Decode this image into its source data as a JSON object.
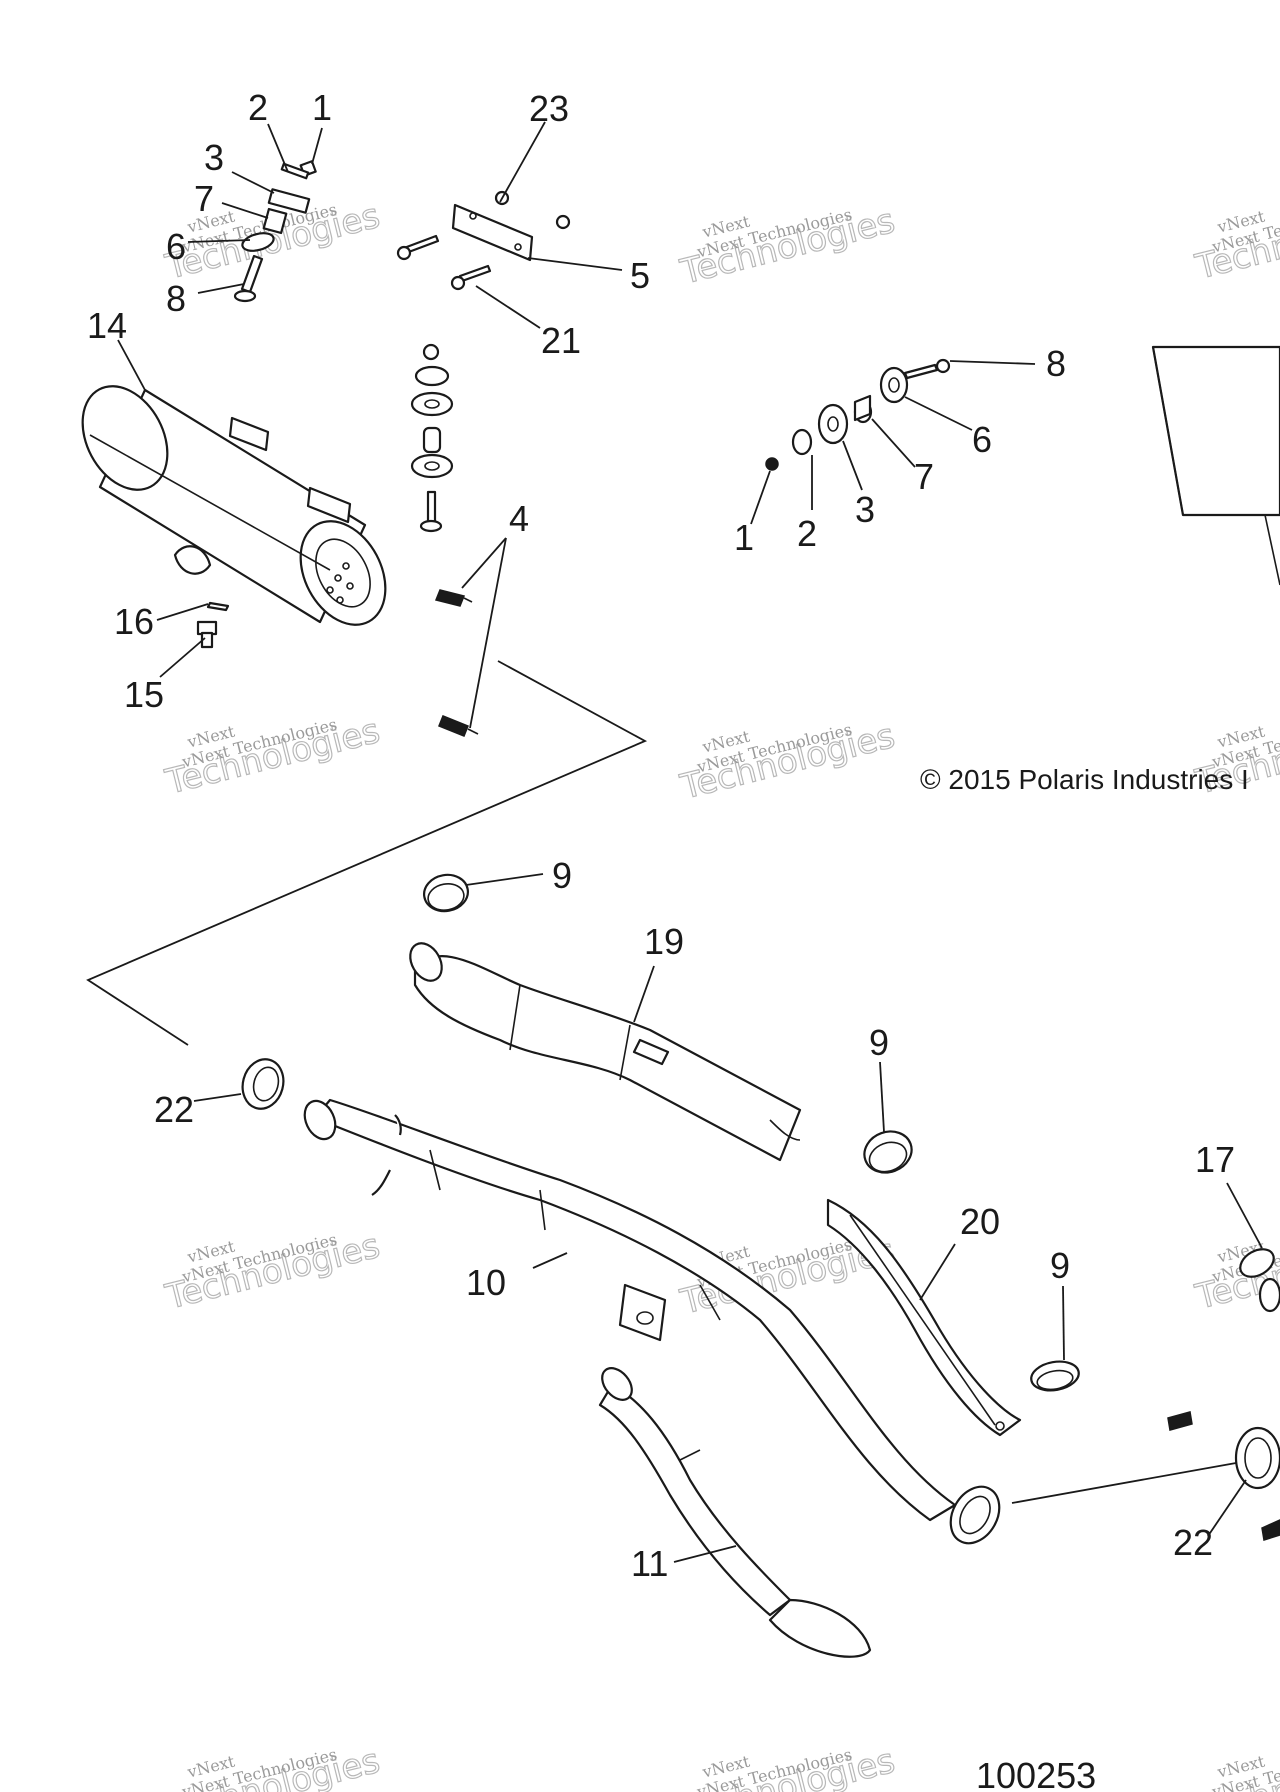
{
  "callouts": [
    {
      "text": "1"
    },
    {
      "text": "2"
    },
    {
      "text": "3"
    },
    {
      "text": "7"
    },
    {
      "text": "6"
    },
    {
      "text": "8"
    },
    {
      "text": "23"
    },
    {
      "text": "5"
    },
    {
      "text": "21"
    },
    {
      "text": "14"
    },
    {
      "text": "16"
    },
    {
      "text": "15"
    },
    {
      "text": "4"
    },
    {
      "text": "8"
    },
    {
      "text": "6"
    },
    {
      "text": "7"
    },
    {
      "text": "3"
    },
    {
      "text": "2"
    },
    {
      "text": "1"
    },
    {
      "text": "9"
    },
    {
      "text": "19"
    },
    {
      "text": "22"
    },
    {
      "text": "9"
    },
    {
      "text": "10"
    },
    {
      "text": "20"
    },
    {
      "text": "9"
    },
    {
      "text": "17"
    },
    {
      "text": "22"
    },
    {
      "text": "11"
    }
  ],
  "copyright": "© 2015 Polaris Industries I",
  "figure_number": "100253",
  "watermark": {
    "line1": "vNext Technologies",
    "line2": "Technologies",
    "line3": "vNext"
  }
}
